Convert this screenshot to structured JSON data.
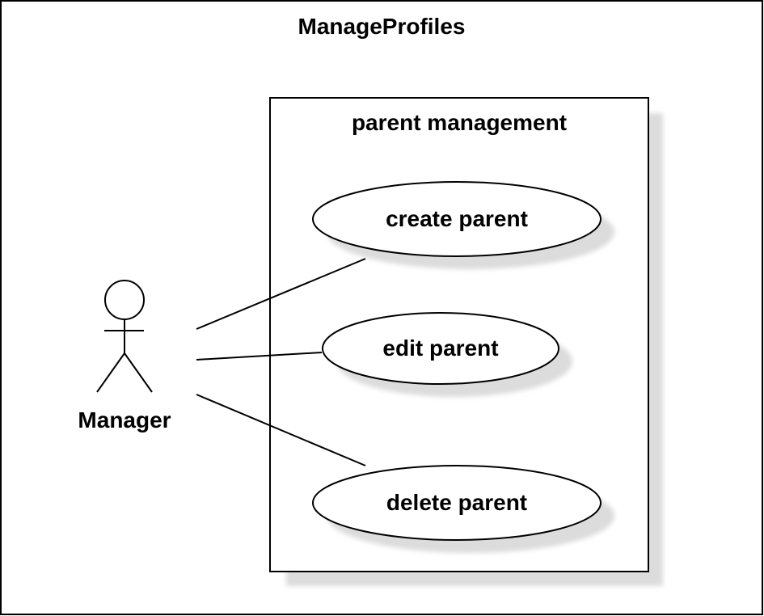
{
  "diagram": {
    "title": "ManageProfiles",
    "boundary": {
      "label": "parent management"
    },
    "actor": {
      "name": "Manager"
    },
    "use_cases": [
      {
        "label": "create parent"
      },
      {
        "label": "edit parent"
      },
      {
        "label": "delete parent"
      }
    ]
  }
}
